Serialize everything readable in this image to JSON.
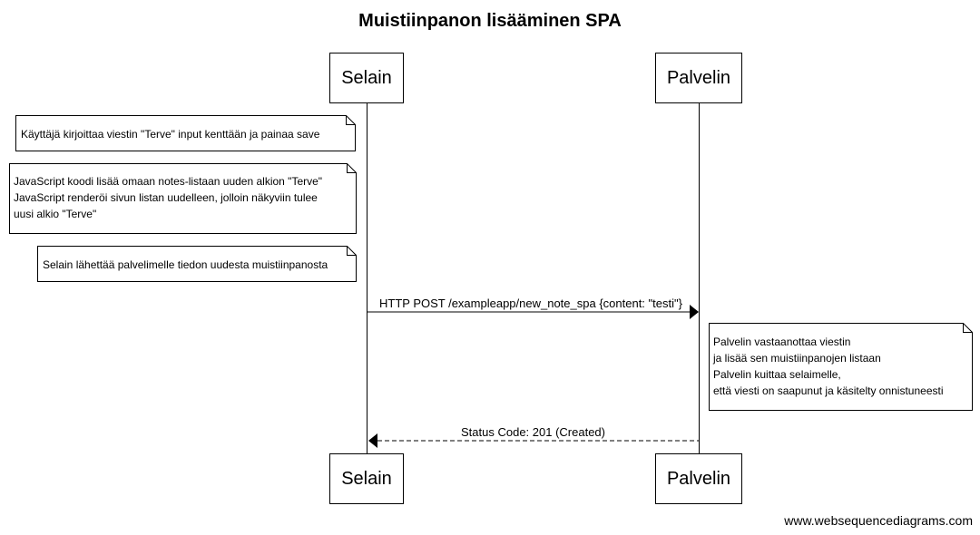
{
  "title": "Muistiinpanon lisääminen SPA",
  "participants": {
    "client": "Selain",
    "server": "Palvelin"
  },
  "notes": {
    "note1": [
      "Käyttäjä kirjoittaa viestin \"Terve\" input kenttään ja painaa save"
    ],
    "note2": [
      "JavaScript koodi lisää omaan notes-listaan uuden alkion \"Terve\"",
      "JavaScript renderöi sivun listan uudelleen, jolloin näkyviin tulee",
      "uusi alkio \"Terve\""
    ],
    "note3": [
      "Selain lähettää palvelimelle tiedon uudesta muistiinpanosta"
    ],
    "note4": [
      "Palvelin vastaanottaa viestin",
      "ja lisää sen muistiinpanojen listaan",
      "Palvelin kuittaa selaimelle,",
      "että viesti on saapunut ja käsitelty onnistuneesti"
    ]
  },
  "messages": {
    "request": "HTTP POST /exampleapp/new_note_spa {content: \"testi\"}",
    "response": "Status Code: 201 (Created)"
  },
  "footer": "www.websequencediagrams.com"
}
